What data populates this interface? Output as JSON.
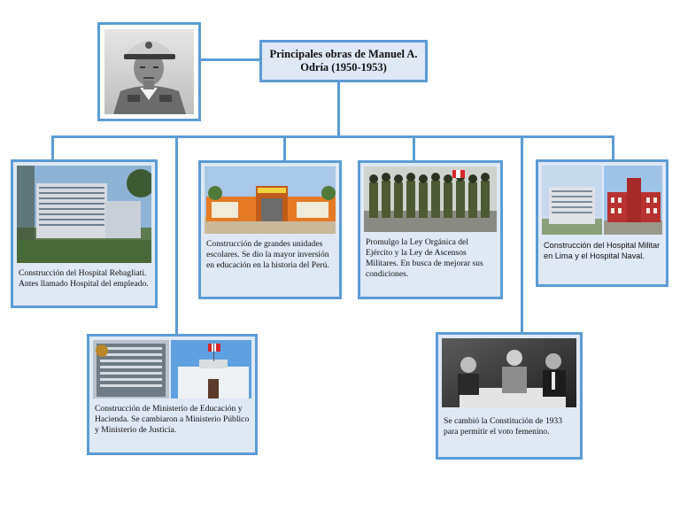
{
  "title": "Principales obras de Manuel A. Odría (1950-1953)",
  "items": [
    {
      "caption": "Construcción del Hospital Rebagliati. Antes llamado Hospital del empleado."
    },
    {
      "caption": "Construcción de grandes unidades escolares. Se dio la mayor inversión en educación en la historia del Perú."
    },
    {
      "caption": "Promulgo la Ley Orgánica del Ejército y la Ley de Ascensos Militares. En busca de mejorar sus condiciones."
    },
    {
      "caption": "Construcción del Hospital Militar en Lima y el Hospital Naval."
    },
    {
      "caption": "Construcción de Ministerio de Educación y Hacienda. Se cambiaron a Ministerio Público y Ministerio de Justicia."
    },
    {
      "caption": "Se cambió la Constitución de 1933 para permitir el voto femenino."
    }
  ],
  "colors": {
    "border": "#5b9bd5",
    "fill": "#dfe8f5"
  }
}
